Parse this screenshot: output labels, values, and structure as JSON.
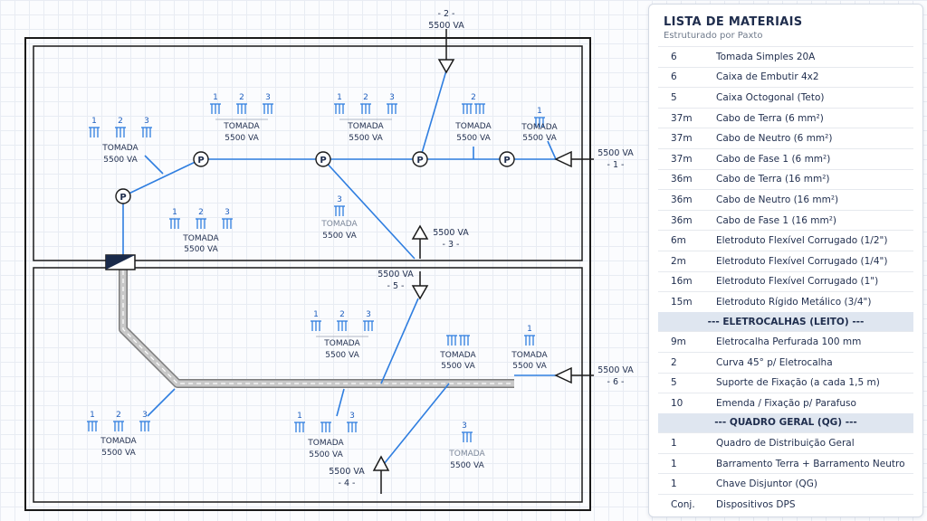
{
  "panel": {
    "title": "LISTA DE MATERIAIS",
    "subtitle": "Estruturado por Paxto",
    "rows": [
      {
        "qty": "6",
        "desc": "Tomada Simples 20A"
      },
      {
        "qty": "6",
        "desc": "Caixa de Embutir 4x2"
      },
      {
        "qty": "5",
        "desc": "Caixa Octogonal (Teto)"
      },
      {
        "qty": "37m",
        "desc": "Cabo de Terra (6 mm²)"
      },
      {
        "qty": "37m",
        "desc": "Cabo de Neutro (6 mm²)"
      },
      {
        "qty": "37m",
        "desc": "Cabo de Fase 1 (6 mm²)"
      },
      {
        "qty": "36m",
        "desc": "Cabo de Terra (16 mm²)"
      },
      {
        "qty": "36m",
        "desc": "Cabo de Neutro (16 mm²)"
      },
      {
        "qty": "36m",
        "desc": "Cabo de Fase 1 (16 mm²)"
      },
      {
        "qty": "6m",
        "desc": "Eletroduto Flexível Corrugado (1/2\")"
      },
      {
        "qty": "2m",
        "desc": "Eletroduto Flexível Corrugado (1/4\")"
      },
      {
        "qty": "16m",
        "desc": "Eletroduto Flexível Corrugado (1\")"
      },
      {
        "qty": "15m",
        "desc": "Eletroduto Rígido Metálico (3/4\")"
      }
    ],
    "section_eletrocalhas": "--- ELETROCALHAS (LEITO) ---",
    "rows_eletrocalhas": [
      {
        "qty": "9m",
        "desc": "Eletrocalha Perfurada 100 mm"
      },
      {
        "qty": "2",
        "desc": "Curva 45° p/ Eletrocalha"
      },
      {
        "qty": "5",
        "desc": "Suporte de Fixação (a cada 1,5 m)"
      },
      {
        "qty": "10",
        "desc": "Emenda / Fixação p/ Parafuso"
      }
    ],
    "section_qg": "--- QUADRO GERAL (QG) ---",
    "rows_qg": [
      {
        "qty": "1",
        "desc": "Quadro de Distribuição Geral"
      },
      {
        "qty": "1",
        "desc": "Barramento Terra + Barramento Neutro"
      },
      {
        "qty": "1",
        "desc": "Chave Disjuntor (QG)"
      },
      {
        "qty": "Conj.",
        "desc": "Dispositivos DPS"
      }
    ]
  },
  "diagram": {
    "point_label": "P",
    "outlet_type": "TOMADA",
    "outlet_power": "5500 VA",
    "phase_1": "1",
    "phase_2": "2",
    "phase_3": "3",
    "circuits": {
      "c1": {
        "power": "5500 VA",
        "id": "- 1 -"
      },
      "c2": {
        "power": "5500 VA",
        "id": "- 2 -"
      },
      "c3": {
        "power": "5500 VA",
        "id": "- 3 -"
      },
      "c4": {
        "power": "5500 VA",
        "id": "- 4 -"
      },
      "c5": {
        "power": "5500 VA",
        "id": "- 5 -"
      },
      "c6": {
        "power": "5500 VA",
        "id": "- 6 -"
      }
    },
    "colors": {
      "wall": "#1a1a1a",
      "conduit": "#2f7ee0",
      "tray": "#8c8c8c",
      "text": "#1f2d4d"
    }
  }
}
